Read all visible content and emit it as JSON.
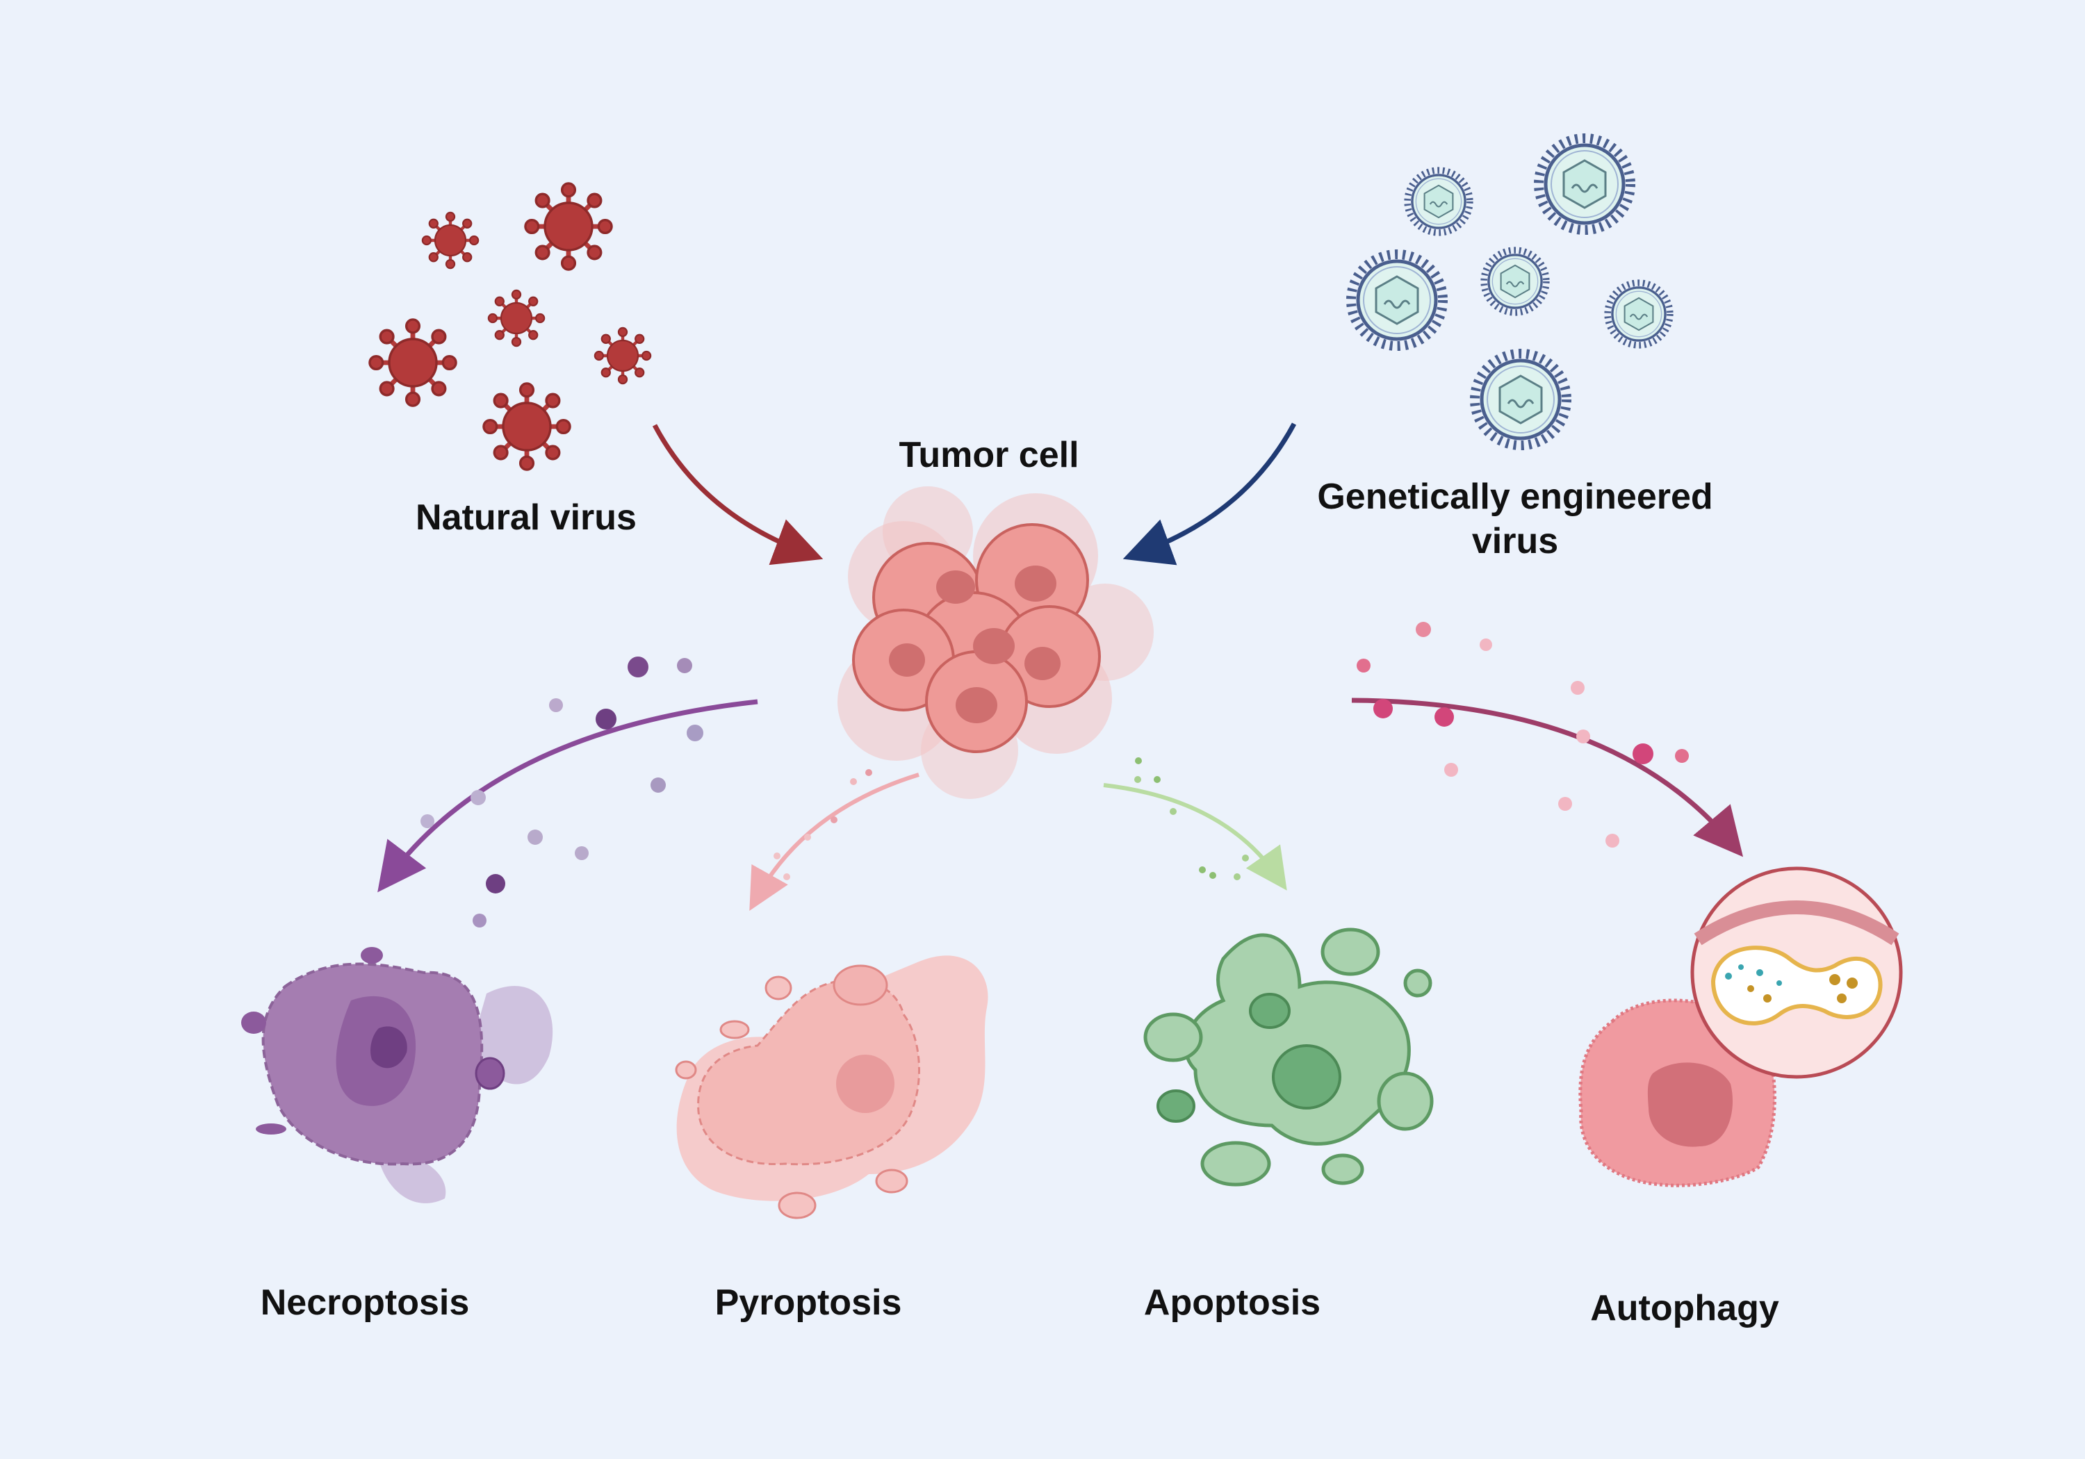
{
  "labels": {
    "tumor_cell": "Tumor cell",
    "natural_virus": "Natural virus",
    "engineered_virus_line1": "Genetically engineered",
    "engineered_virus_line2": "virus",
    "necroptosis": "Necroptosis",
    "pyroptosis": "Pyroptosis",
    "apoptosis": "Apoptosis",
    "autophagy": "Autophagy"
  },
  "colors": {
    "background": "#ecf2fb",
    "natural_virus": "#b33a3a",
    "engineered_virus_coat": "#dff3ef",
    "engineered_virus_spikes": "#4a5f8e",
    "arrow_natural": "#9b2f36",
    "arrow_engineered": "#1f3a73",
    "tumor_cell": "#ee9a97",
    "necroptosis": "#a57db1",
    "pyroptosis": "#f3b8b6",
    "apoptosis": "#a9d2ae",
    "autophagy": "#f09aa0"
  }
}
